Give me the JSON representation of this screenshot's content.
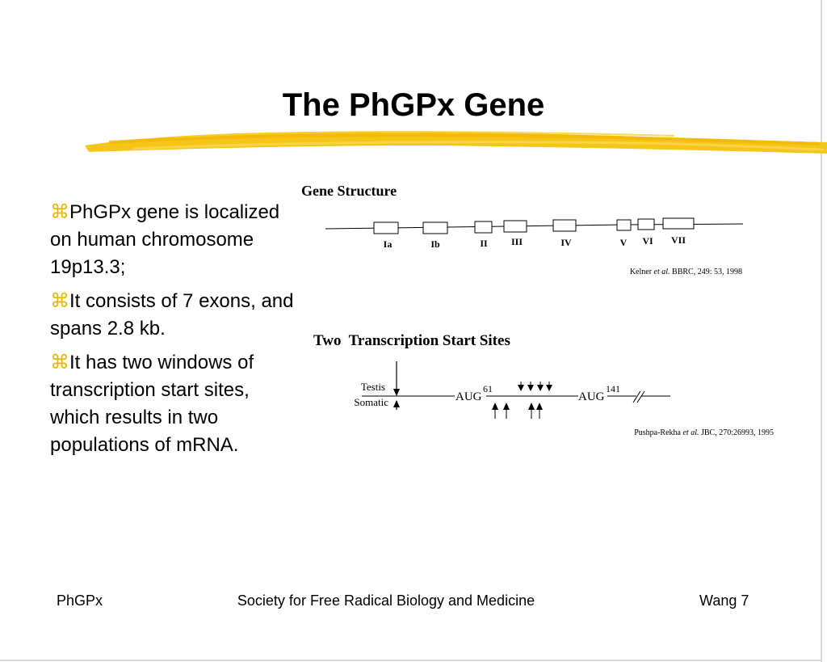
{
  "title": "The PhGPx Gene",
  "bullets": [
    {
      "marker": "⌘",
      "text": "PhGPx gene is localized on human chromosome 19p13.3;"
    },
    {
      "marker": "⌘",
      "text": "It consists of 7 exons, and spans 2.8 kb."
    },
    {
      "marker": "⌘",
      "text": "It has two windows of transcription start sites, which results in two populations of mRNA."
    }
  ],
  "gene_structure": {
    "heading": "Gene Structure",
    "exons": [
      "Ia",
      "Ib",
      "II",
      "III",
      "IV",
      "V",
      "VI",
      "VII"
    ],
    "citation_authors": "Kelner",
    "citation_etal": "et al.",
    "citation_rest": "BBRC, 249: 53, 1998"
  },
  "transcription": {
    "heading": "Two  Transcription Start Sites",
    "testis_label": "Testis",
    "somatic_label": "Somatic",
    "aug1_label": "AUG",
    "aug1_position": "61",
    "aug2_label": "AUG",
    "aug2_position": "141",
    "citation_authors": "Pushpa-Rekha",
    "citation_etal": "et al.",
    "citation_rest": "JBC, 270:26993, 1995"
  },
  "footer": {
    "left": "PhGPx",
    "center": "Society for Free Radical Biology and Medicine",
    "right": "Wang 7"
  },
  "colors": {
    "accent_brush": "#f5c518",
    "bullet_marker": "#e6b800"
  }
}
